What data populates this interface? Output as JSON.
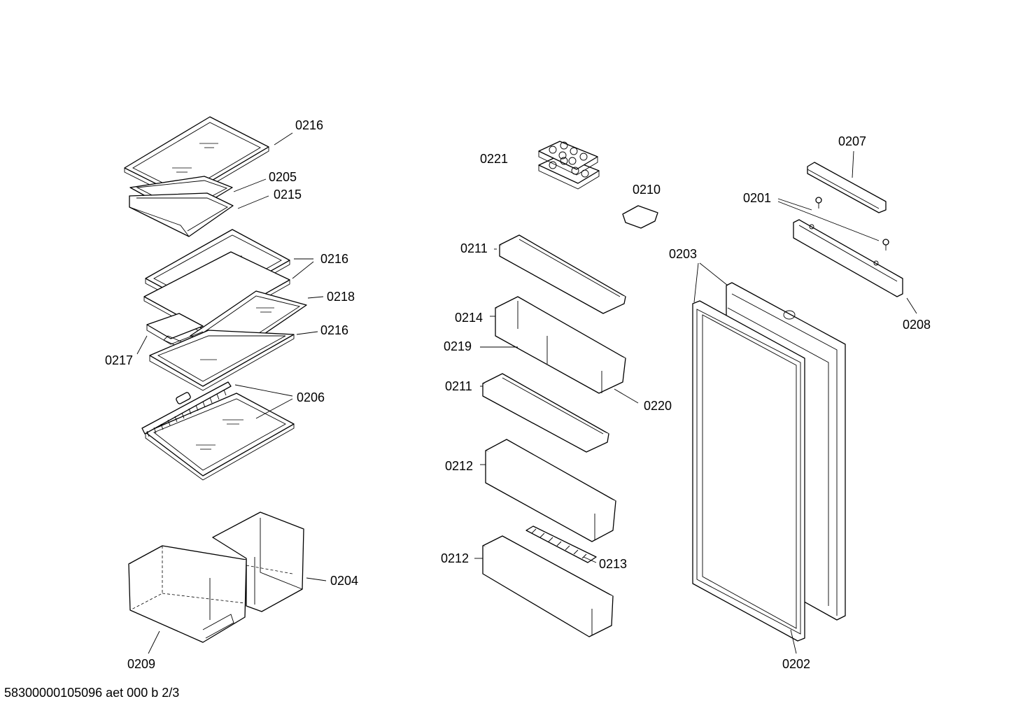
{
  "labels": {
    "l0216a": "0216",
    "l0205": "0205",
    "l0215": "0215",
    "l0216b": "0216",
    "l0218": "0218",
    "l0216c": "0216",
    "l0217": "0217",
    "l0206": "0206",
    "l0204": "0204",
    "l0209": "0209",
    "l0221": "0221",
    "l0210": "0210",
    "l0211a": "0211",
    "l0214": "0214",
    "l0219": "0219",
    "l0220": "0220",
    "l0211b": "0211",
    "l0212a": "0212",
    "l0212b": "0212",
    "l0213": "0213",
    "l0207": "0207",
    "l0201": "0201",
    "l0203": "0203",
    "l0208": "0208",
    "l0202": "0202"
  },
  "footer": {
    "code": "58300000105096 aet 000 b 2/3"
  }
}
